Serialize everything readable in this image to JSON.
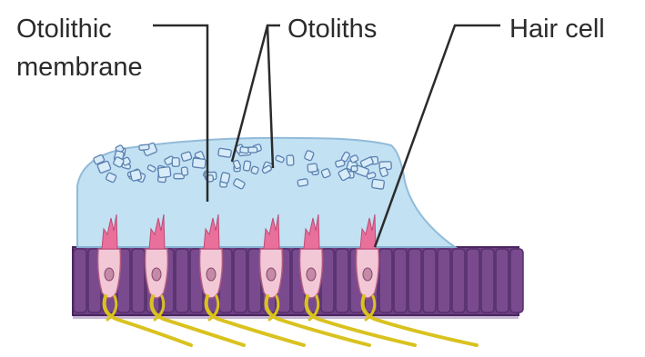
{
  "labels": {
    "otolithic_membrane_line1": "Otolithic",
    "otolithic_membrane_line2": "membrane",
    "otoliths": "Otoliths",
    "hair_cell": "Hair cell"
  },
  "colors": {
    "membrane_fill": "#bfe0f2",
    "membrane_edge": "#7fb2d6",
    "supporting_cell": "#7a4a8f",
    "supporting_cell_dark": "#55306a",
    "hair_cell_body": "#f2c7d6",
    "hair_bundle": "#e8709a",
    "nerve_fiber": "#d9c21f",
    "basement_membrane": "#b7a3c7",
    "leader_line": "#2b2b2b"
  }
}
